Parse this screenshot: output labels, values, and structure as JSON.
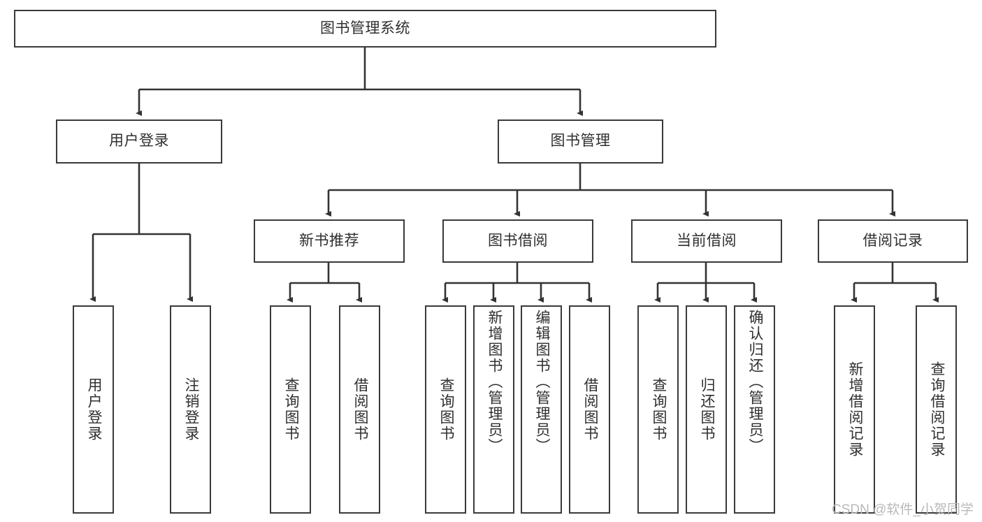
{
  "diagram": {
    "type": "hierarchy-tree",
    "title": "图书管理系统",
    "orientation": "top-down",
    "colors": {
      "box_border": "#3a3a3a",
      "box_fill": "#ffffff",
      "connector": "#333333",
      "text": "#2f2f2f",
      "watermark": "#b9b9b9",
      "background": "#ffffff"
    },
    "nodes": {
      "root": {
        "label": "图书管理系统"
      },
      "level2": [
        {
          "id": "user-login",
          "label": "用户登录"
        },
        {
          "id": "book-management",
          "label": "图书管理"
        }
      ],
      "level3": [
        {
          "id": "new-book-recommend",
          "label": "新书推荐"
        },
        {
          "id": "book-borrow",
          "label": "图书借阅"
        },
        {
          "id": "current-borrow",
          "label": "当前借阅"
        },
        {
          "id": "borrow-record",
          "label": "借阅记录"
        }
      ],
      "leaves": [
        {
          "id": "leaf-user-login",
          "label": "用户登录",
          "parent": "user-login"
        },
        {
          "id": "leaf-user-logout",
          "label": "注销登录",
          "parent": "user-login"
        },
        {
          "id": "leaf-query-book-1",
          "label": "查询图书",
          "parent": "new-book-recommend"
        },
        {
          "id": "leaf-borrow-book-1",
          "label": "借阅图书",
          "parent": "new-book-recommend"
        },
        {
          "id": "leaf-query-book-2",
          "label": "查询图书",
          "parent": "book-borrow"
        },
        {
          "id": "leaf-add-book",
          "label": "新增图书（管理员）",
          "parent": "book-borrow"
        },
        {
          "id": "leaf-edit-book",
          "label": "编辑图书（管理员）",
          "parent": "book-borrow"
        },
        {
          "id": "leaf-borrow-book-2",
          "label": "借阅图书",
          "parent": "book-borrow"
        },
        {
          "id": "leaf-query-book-3",
          "label": "查询图书",
          "parent": "current-borrow"
        },
        {
          "id": "leaf-return-book",
          "label": "归还图书",
          "parent": "current-borrow"
        },
        {
          "id": "leaf-confirm-return",
          "label": "确认归还（管理员）",
          "parent": "current-borrow"
        },
        {
          "id": "leaf-add-record",
          "label": "新增借阅记录",
          "parent": "borrow-record"
        },
        {
          "id": "leaf-query-record",
          "label": "查询借阅记录",
          "parent": "borrow-record"
        }
      ]
    }
  },
  "watermark": {
    "text": "CSDN @软件_小贺同学"
  }
}
